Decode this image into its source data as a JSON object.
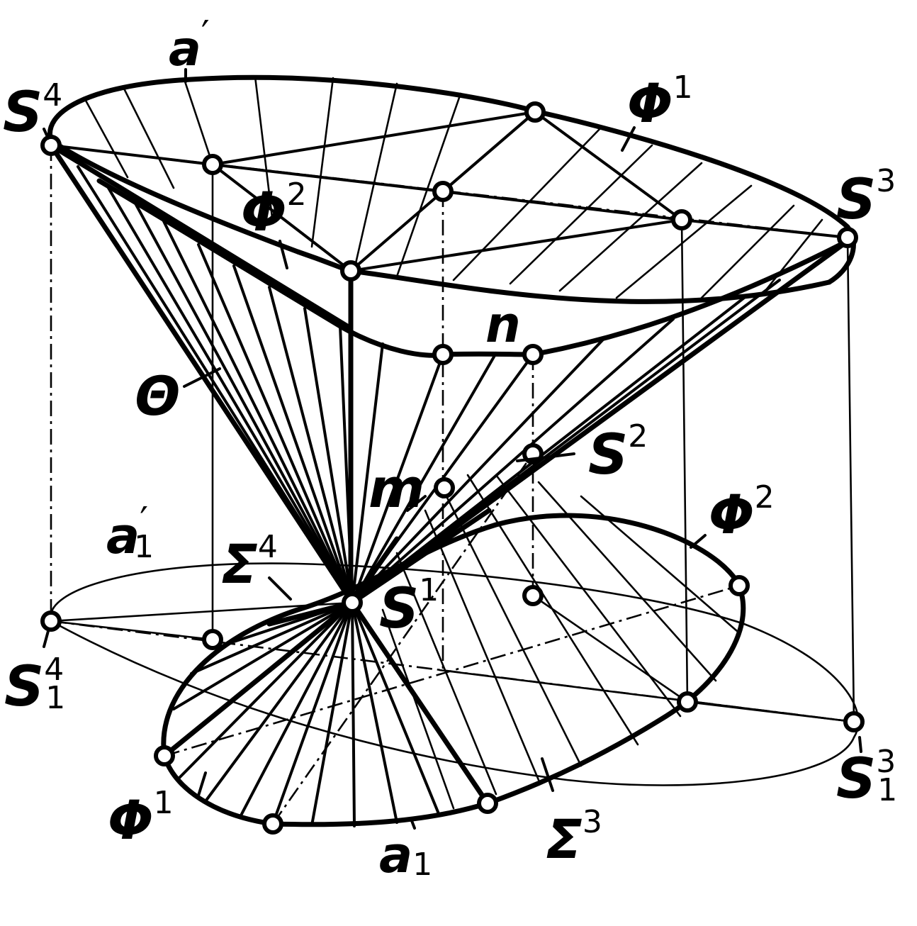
{
  "labels": {
    "a_prime": {
      "base": "a",
      "sup": "′"
    },
    "S4": {
      "base": "S",
      "sup": "4"
    },
    "Phi1_top": {
      "base": "Φ",
      "sup": "1"
    },
    "Phi2_top": {
      "base": "Φ",
      "sup": "2"
    },
    "S3": {
      "base": "S",
      "sup": "3"
    },
    "n": {
      "base": "n"
    },
    "theta": {
      "base": "Θ"
    },
    "S2": {
      "base": "S",
      "sup": "2"
    },
    "m": {
      "base": "m"
    },
    "Phi2_right": {
      "base": "Φ",
      "sup": "2"
    },
    "a1_prime": {
      "base": "a",
      "sup": "′",
      "sub": "1"
    },
    "Sigma4": {
      "base": "Σ",
      "sup": "4"
    },
    "S1": {
      "base": "S",
      "sup": "1"
    },
    "S1_4": {
      "base": "S",
      "sup": "4",
      "sub": "1"
    },
    "S1_3": {
      "base": "S",
      "sup": "3",
      "sub": "1"
    },
    "Phi1_bottom": {
      "base": "Φ",
      "sup": "1"
    },
    "a1": {
      "base": "a",
      "sub": "1"
    },
    "Sigma3": {
      "base": "Σ",
      "sup": "3"
    }
  }
}
